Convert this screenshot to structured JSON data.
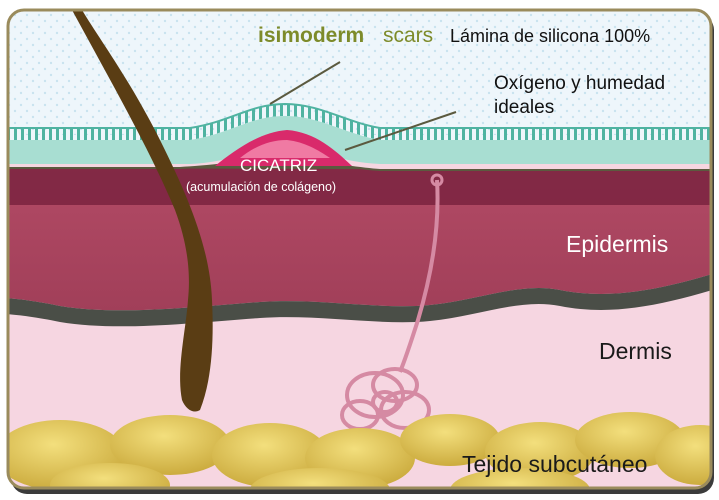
{
  "colors": {
    "brand_green": "#7d8b2a",
    "frame": "#9a8b5c",
    "silicone_sheet": "#a8ded2",
    "silicone_stripes": "#4fb3a1",
    "scar": "#d92a6b",
    "epidermis": "#a5455e",
    "dermis": "#f6d6e1",
    "basal_layer": "#4a4e47",
    "fat": "#e5cb52",
    "hair": "#5a3d14",
    "sweat_gland": "#d58aa3"
  },
  "labels": {
    "brand_name": "isimoderm",
    "brand_sub": "scars",
    "product_desc": "Lámina de silicona 100%",
    "oxygen_line1": "Oxígeno y humedad",
    "oxygen_line2": "ideales",
    "scar_title": "CICATRIZ",
    "scar_sub": "(acumulación de colágeno)",
    "epidermis": "Epidermis",
    "dermis": "Dermis",
    "subcutaneous": "Tejido subcutáneo"
  }
}
